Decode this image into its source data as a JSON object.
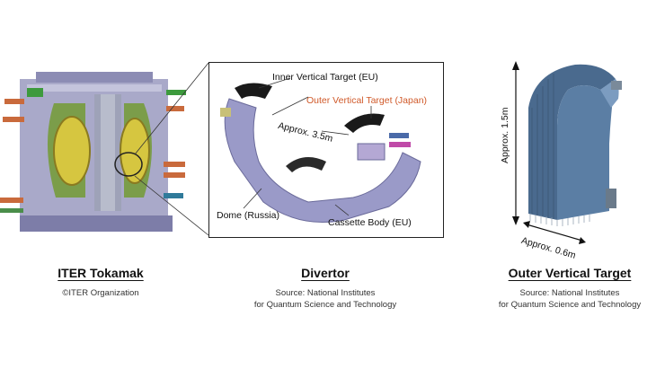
{
  "panels": {
    "tokamak": {
      "title": "ITER Tokamak",
      "credit": "©ITER Organization"
    },
    "divertor": {
      "title": "Divertor",
      "source_line1": "Source: National Institutes",
      "source_line2": "for Quantum Science and Technology",
      "labels": {
        "inner_target": "Inner Vertical Target (EU)",
        "outer_target": "Outer Vertical Target (Japan)",
        "length": "Approx. 3.5m",
        "dome": "Dome (Russia)",
        "cassette": "Cassette Body (EU)"
      }
    },
    "outer_target": {
      "title": "Outer Vertical Target",
      "source_line1": "Source: National Institutes",
      "source_line2": "for Quantum Science and Technology",
      "height_label": "Approx. 1.5m",
      "width_label": "Approx. 0.6m"
    }
  },
  "colors": {
    "highlight_label": "#d05a2a",
    "steel_blue": "#4a6a8e",
    "machine_lavender": "#9a9ac8"
  }
}
